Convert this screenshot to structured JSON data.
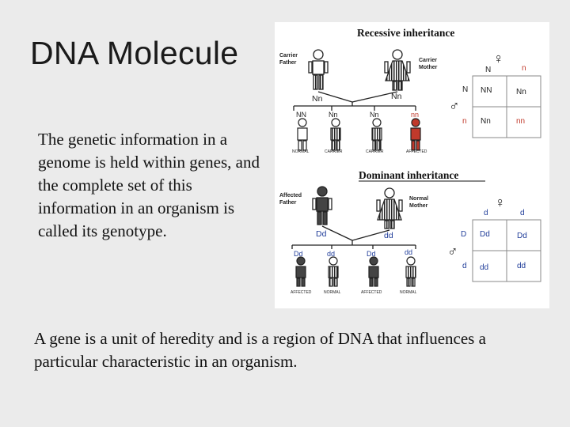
{
  "slide": {
    "title": "DNA Molecule",
    "paragraph_1": "The genetic information in a genome is held within genes, and the complete set of this information in an organism is called its genotype.",
    "paragraph_2": "A gene is a unit of heredity and is a region of DNA that influences a particular characteristic in an organism."
  },
  "figure": {
    "recessive": {
      "title": "Recessive inheritance",
      "father_label_1": "Carrier",
      "father_label_2": "Father",
      "mother_label_1": "Carrier",
      "mother_label_2": "Mother",
      "father_genotype": "Nn",
      "mother_genotype": "Nn",
      "children": [
        {
          "genotype": "NN",
          "status": "NORMAL"
        },
        {
          "genotype": "Nn",
          "status": "CARRIER"
        },
        {
          "genotype": "Nn",
          "status": "CARRIER"
        },
        {
          "genotype": "nn",
          "status": "AFFECTED"
        }
      ],
      "punnett": {
        "female_symbol": "♀",
        "male_symbol": "♂",
        "col_headers": [
          "N",
          "n"
        ],
        "row_headers": [
          "N",
          "n"
        ],
        "cells": [
          [
            "NN",
            "Nn"
          ],
          [
            "Nn",
            "nn"
          ]
        ]
      }
    },
    "dominant": {
      "title": "Dominant inheritance",
      "father_label_1": "Affected",
      "father_label_2": "Father",
      "mother_label_1": "Normal",
      "mother_label_2": "Mother",
      "father_genotype": "Dd",
      "mother_genotype": "dd",
      "children": [
        {
          "genotype": "Dd",
          "status": "AFFECTED"
        },
        {
          "genotype": "dd",
          "status": "NORMAL"
        },
        {
          "genotype": "Dd",
          "status": "AFFECTED"
        },
        {
          "genotype": "dd",
          "status": "NORMAL"
        }
      ],
      "punnett": {
        "female_symbol": "♀",
        "male_symbol": "♂",
        "col_headers": [
          "d",
          "d"
        ],
        "row_headers": [
          "D",
          "d"
        ],
        "cells": [
          [
            "Dd",
            "Dd"
          ],
          [
            "dd",
            "dd"
          ]
        ]
      }
    }
  }
}
